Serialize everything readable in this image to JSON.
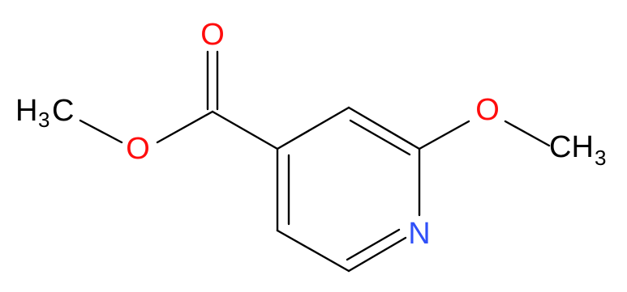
{
  "molecule": {
    "atoms": {
      "carbonyl_oxygen": "O",
      "ester_oxygen": "O",
      "ether_oxygen": "O",
      "ring_nitrogen": "N",
      "left_methyl_h": "H",
      "left_methyl_sub": "3",
      "left_methyl_c": "C",
      "right_methyl_c": "CH",
      "right_methyl_sub": "3"
    },
    "colors": {
      "bond": "#000000",
      "oxygen": "#ff0d0d",
      "nitrogen": "#3050f8",
      "carbon_label": "#000000"
    }
  }
}
